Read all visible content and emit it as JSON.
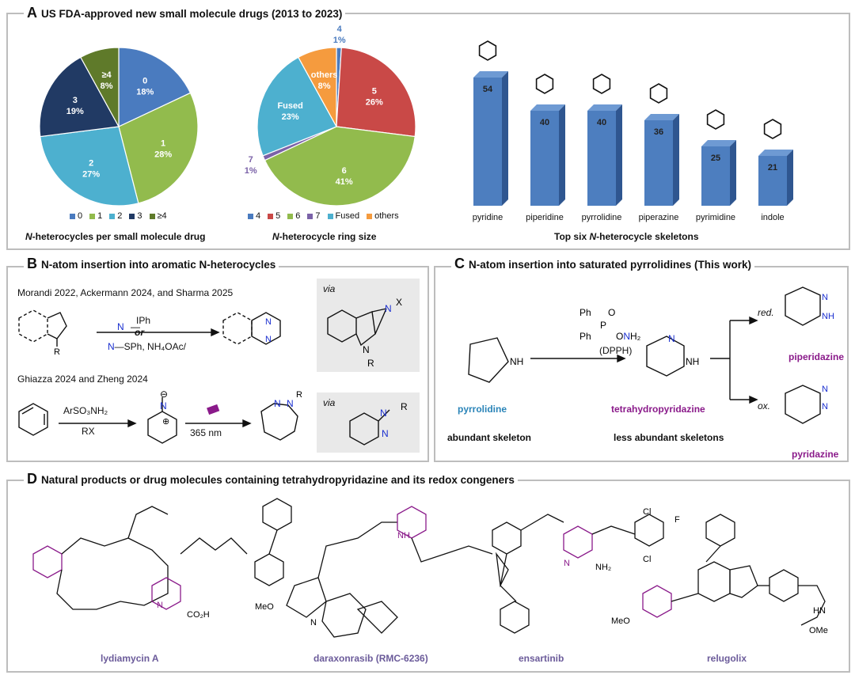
{
  "panelA": {
    "letter": "A",
    "title": "US FDA-approved new small molecule drugs (2013 to 2023)",
    "pie1_caption": "-heterocycles per small molecule drug",
    "pie1_caption_prefix": "N",
    "pie2_caption": "-heterocycle ring size",
    "pie2_caption_prefix": "N",
    "bar_caption_a": "Top six ",
    "bar_caption_n": "N",
    "bar_caption_b": "-heterocycle skeletons"
  },
  "panelB": {
    "letter": "B",
    "title": "N-atom insertion into aromatic N-heterocycles",
    "line1": "Morandi 2022, Ackermann 2024, and Sharma 2025",
    "line2": "Ghiazza 2024 and Zheng 2024",
    "or": "or",
    "reagent1": "IPh",
    "reagent2": "SPh,  NH₄OAc/",
    "reagent3": "ArSO₃NH₂",
    "reagent4": "RX",
    "wavelength": "365 nm",
    "via": "via"
  },
  "panelC": {
    "letter": "C",
    "title": "N-atom insertion into saturated pyrrolidines (This work)",
    "reagent_label": "(DPPH)",
    "red": "red.",
    "ox": "ox.",
    "pyrrolidine": "pyrrolidine",
    "tetrahydropyridazine": "tetrahydropyridazine",
    "piperidazine": "piperidazine",
    "pyridazine": "pyridazine",
    "abundant": "abundant skeleton",
    "less_abundant": "less abundant skeletons"
  },
  "panelD": {
    "letter": "D",
    "title": "Natural products or drug molecules containing tetrahydropyridazine and its redox congeners",
    "names": [
      "lydiamycin A",
      "daraxonrasib (RMC-6236)",
      "ensartinib",
      "relugolix"
    ]
  },
  "colors": {
    "blue": "#4a7bbf",
    "green": "#92bb4d",
    "cyan": "#4db0cf",
    "navy": "#213a64",
    "olive": "#5f7a2a",
    "red": "#c94947",
    "purple": "#7b62a8",
    "orange": "#f59b3e",
    "bar": "#4d7ebf",
    "bar_dark": "#2f5690"
  },
  "chart_data": [
    {
      "type": "pie",
      "title": "",
      "labels": [
        "0",
        "1",
        "2",
        "3",
        "≥4"
      ],
      "values": [
        18,
        28,
        27,
        19,
        8
      ],
      "value_labels": [
        "18%",
        "28%",
        "27%",
        "19%",
        "8%"
      ],
      "colors": [
        "#4a7bbf",
        "#92bb4d",
        "#4db0cf",
        "#213a64",
        "#5f7a2a"
      ],
      "legend": "bottom"
    },
    {
      "type": "pie",
      "title": "",
      "labels": [
        "4",
        "5",
        "6",
        "7",
        "Fused",
        "others"
      ],
      "values": [
        1,
        26,
        41,
        1,
        23,
        8
      ],
      "value_labels": [
        "1%",
        "26%",
        "41%",
        "1%",
        "23%",
        "8%"
      ],
      "colors": [
        "#4a7bbf",
        "#c94947",
        "#92bb4d",
        "#7b62a8",
        "#4db0cf",
        "#f59b3e"
      ],
      "legend": "bottom"
    },
    {
      "type": "bar",
      "title": "",
      "categories": [
        "pyridine",
        "piperidine",
        "pyrrolidine",
        "piperazine",
        "pyrimidine",
        "indole"
      ],
      "values": [
        54,
        40,
        40,
        36,
        25,
        21
      ],
      "ylim": [
        0,
        60
      ]
    }
  ]
}
